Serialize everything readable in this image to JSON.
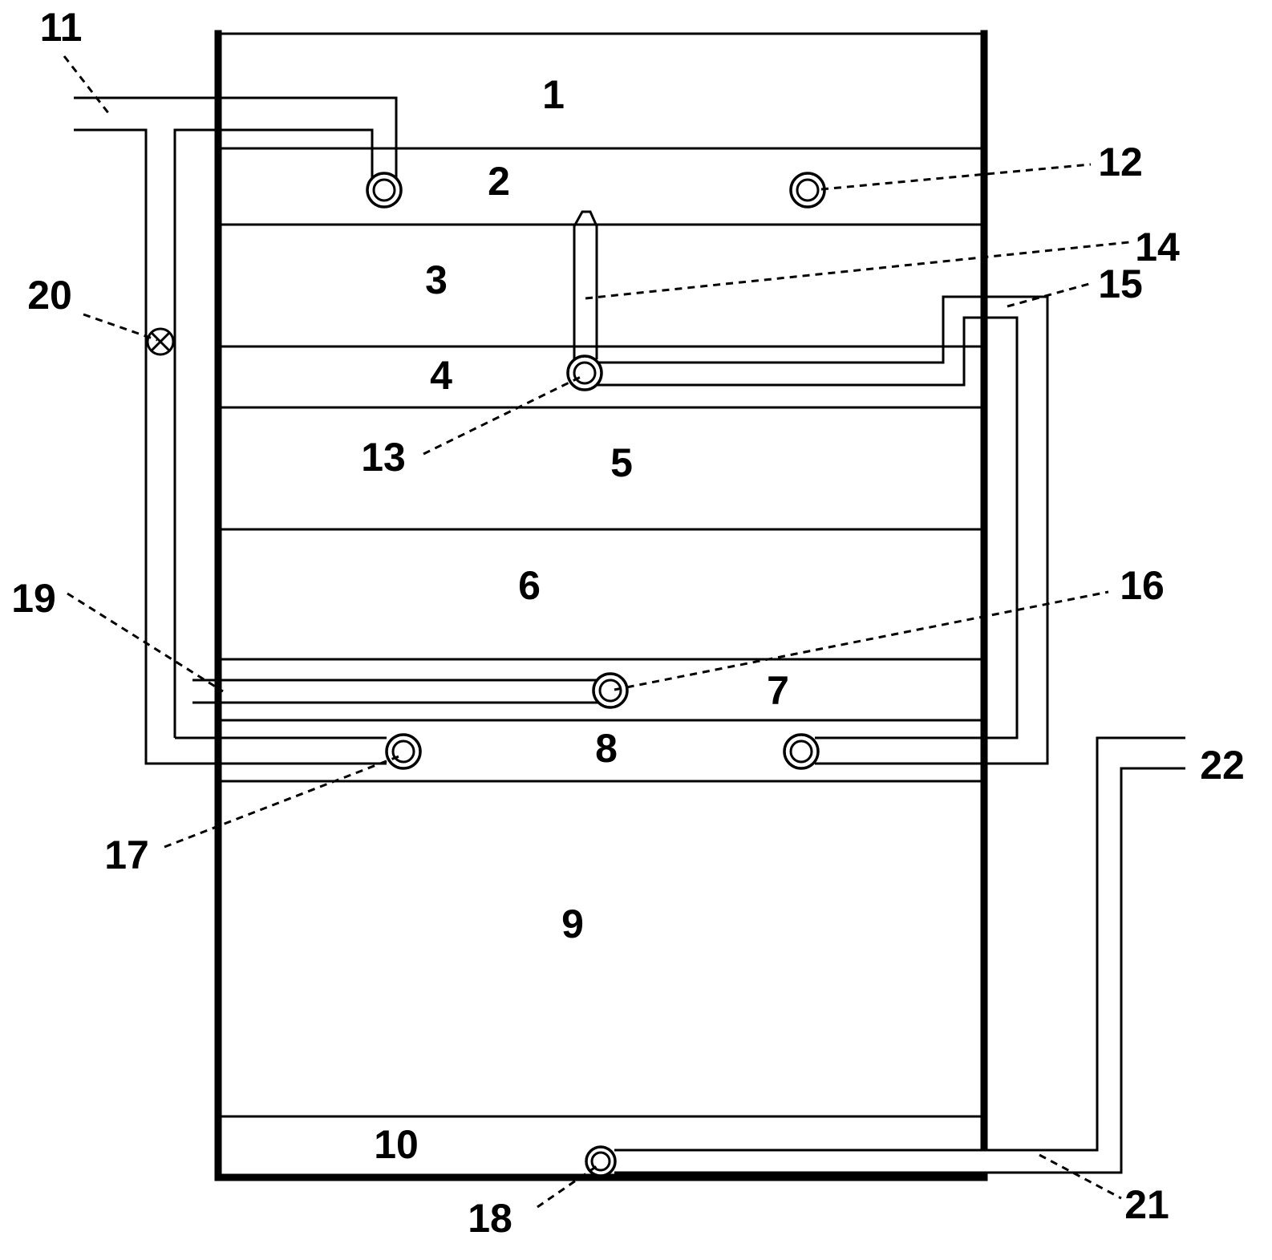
{
  "layers": [
    {
      "id": "layer-1",
      "label": "1"
    },
    {
      "id": "layer-2",
      "label": "2"
    },
    {
      "id": "layer-3",
      "label": "3"
    },
    {
      "id": "layer-4",
      "label": "4"
    },
    {
      "id": "layer-5",
      "label": "5"
    },
    {
      "id": "layer-6",
      "label": "6"
    },
    {
      "id": "layer-7",
      "label": "7"
    },
    {
      "id": "layer-8",
      "label": "8"
    },
    {
      "id": "layer-9",
      "label": "9"
    },
    {
      "id": "layer-10",
      "label": "10"
    }
  ],
  "callouts": [
    {
      "id": "callout-11",
      "label": "11"
    },
    {
      "id": "callout-12",
      "label": "12"
    },
    {
      "id": "callout-13",
      "label": "13"
    },
    {
      "id": "callout-14",
      "label": "14"
    },
    {
      "id": "callout-15",
      "label": "15"
    },
    {
      "id": "callout-16",
      "label": "16"
    },
    {
      "id": "callout-17",
      "label": "17"
    },
    {
      "id": "callout-18",
      "label": "18"
    },
    {
      "id": "callout-19",
      "label": "19"
    },
    {
      "id": "callout-20",
      "label": "20"
    },
    {
      "id": "callout-21",
      "label": "21"
    },
    {
      "id": "callout-22",
      "label": "22"
    }
  ]
}
